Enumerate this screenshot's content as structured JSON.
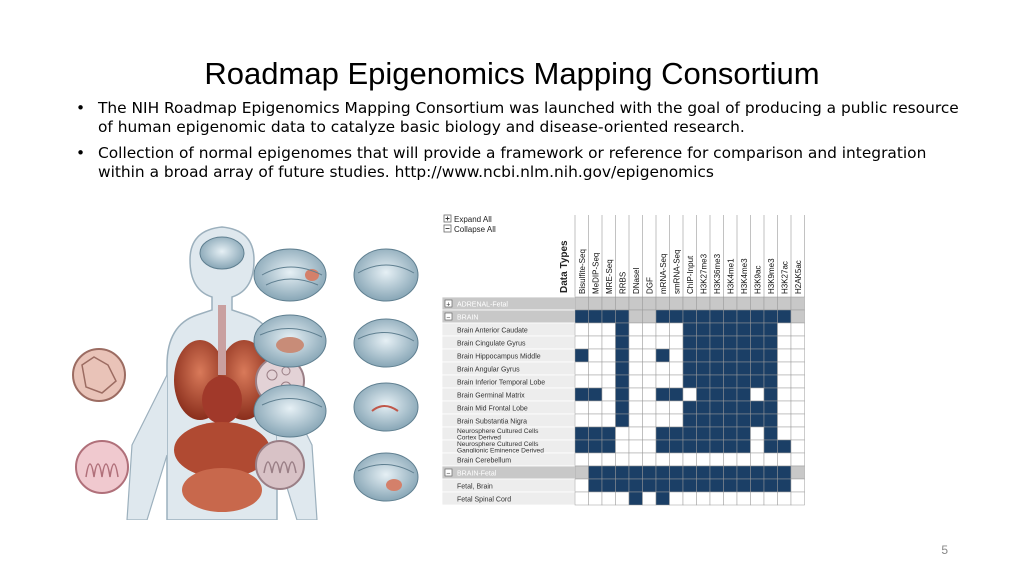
{
  "title": "Roadmap Epigenomics Mapping Consortium",
  "bullets": [
    "The NIH Roadmap Epigenomics Mapping Consortium was launched with the goal of producing a public resource of human epigenomic data to catalyze basic biology and disease-oriented research.",
    "Collection of normal epigenomes that will provide a framework or reference for comparison and integration within a broad array of future studies.  http://www.ncbi.nlm.nih.gov/epigenomics"
  ],
  "bullet_glyph": "•",
  "slide_number": "5",
  "table": {
    "expand_all": "Expand All",
    "collapse_all": "Collapse All",
    "data_types_label": "Data Types",
    "columns": [
      "Bisulfite-Seq",
      "MeDIP-Seq",
      "MRE-Seq",
      "RRBS",
      "DNaseI",
      "DGF",
      "mRNA-Seq",
      "smRNA-Seq",
      "ChIP-Input",
      "H3K27me3",
      "H3K36me3",
      "H3K4me1",
      "H3K4me3",
      "H3K9ac",
      "H3K9me3",
      "H3K27ac",
      "H2AK5ac"
    ],
    "fill_color": "#1b3f66",
    "group_color": "#c8c8c8",
    "rows": [
      {
        "kind": "group",
        "label": "ADRENAL-Fetal",
        "toggle": "+",
        "cells": []
      },
      {
        "kind": "group",
        "label": "BRAIN",
        "toggle": "−",
        "cells": [
          1,
          1,
          1,
          1,
          0,
          0,
          1,
          1,
          1,
          1,
          1,
          1,
          1,
          1,
          1,
          1,
          0
        ]
      },
      {
        "kind": "row",
        "label": "Brain Anterior Caudate",
        "cells": [
          0,
          0,
          0,
          1,
          0,
          0,
          0,
          0,
          1,
          1,
          1,
          1,
          1,
          1,
          1,
          0,
          0
        ]
      },
      {
        "kind": "row",
        "label": "Brain Cingulate Gyrus",
        "cells": [
          0,
          0,
          0,
          1,
          0,
          0,
          0,
          0,
          1,
          1,
          1,
          1,
          1,
          1,
          1,
          0,
          0
        ]
      },
      {
        "kind": "row",
        "label": "Brain Hippocampus Middle",
        "cells": [
          1,
          0,
          0,
          1,
          0,
          0,
          1,
          0,
          1,
          1,
          1,
          1,
          1,
          1,
          1,
          0,
          0
        ]
      },
      {
        "kind": "row",
        "label": "Brain Angular Gyrus",
        "cells": [
          0,
          0,
          0,
          1,
          0,
          0,
          0,
          0,
          1,
          1,
          1,
          1,
          1,
          1,
          1,
          0,
          0
        ]
      },
      {
        "kind": "row",
        "label": "Brain Inferior Temporal Lobe",
        "cells": [
          0,
          0,
          0,
          1,
          0,
          0,
          0,
          0,
          1,
          1,
          1,
          1,
          1,
          1,
          1,
          0,
          0
        ]
      },
      {
        "kind": "row",
        "label": "Brain Germinal Matrix",
        "cells": [
          1,
          1,
          0,
          1,
          0,
          0,
          1,
          1,
          0,
          1,
          1,
          1,
          1,
          0,
          1,
          0,
          0
        ]
      },
      {
        "kind": "row",
        "label": "Brain Mid Frontal Lobe",
        "cells": [
          0,
          0,
          0,
          1,
          0,
          0,
          0,
          0,
          1,
          1,
          1,
          1,
          1,
          1,
          1,
          0,
          0
        ]
      },
      {
        "kind": "row",
        "label": "Brain Substantia Nigra",
        "cells": [
          0,
          0,
          0,
          1,
          0,
          0,
          0,
          0,
          1,
          1,
          1,
          1,
          1,
          1,
          1,
          0,
          0
        ]
      },
      {
        "kind": "row",
        "label": "Neurosphere Cultured Cells Cortex Derived",
        "cells": [
          1,
          1,
          1,
          0,
          0,
          0,
          1,
          1,
          1,
          1,
          1,
          1,
          1,
          0,
          1,
          0,
          0
        ]
      },
      {
        "kind": "row",
        "label": "Neurosphere Cultured Cells Ganglionic Eminence Derived",
        "cells": [
          1,
          1,
          1,
          0,
          0,
          0,
          1,
          1,
          1,
          1,
          1,
          1,
          1,
          0,
          1,
          1,
          0
        ]
      },
      {
        "kind": "row",
        "label": "Brain Cerebellum",
        "cells": [
          0,
          0,
          0,
          0,
          0,
          0,
          0,
          0,
          0,
          0,
          0,
          0,
          0,
          0,
          0,
          0,
          0
        ]
      },
      {
        "kind": "group",
        "label": "BRAIN-Fetal",
        "toggle": "−",
        "cells": [
          0,
          1,
          1,
          1,
          1,
          1,
          1,
          1,
          1,
          1,
          1,
          1,
          1,
          1,
          1,
          1,
          0
        ]
      },
      {
        "kind": "row",
        "label": "Fetal, Brain",
        "cells": [
          0,
          1,
          1,
          1,
          1,
          1,
          1,
          1,
          1,
          1,
          1,
          1,
          1,
          1,
          1,
          1,
          0
        ]
      },
      {
        "kind": "row",
        "label": "Fetal Spinal Cord",
        "cells": [
          0,
          0,
          0,
          0,
          1,
          0,
          1,
          0,
          0,
          0,
          0,
          0,
          0,
          0,
          0,
          0,
          0
        ]
      }
    ]
  }
}
